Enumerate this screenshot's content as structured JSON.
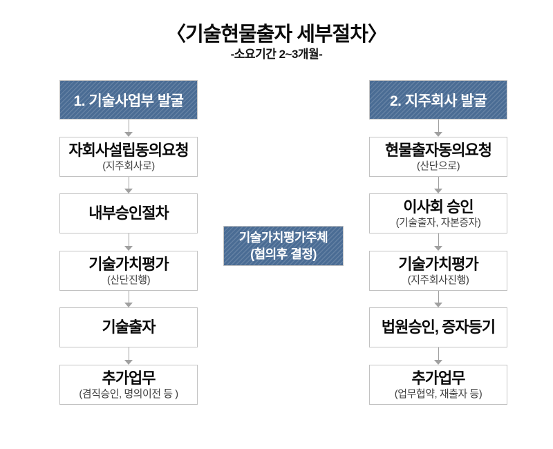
{
  "title": "〈기술현물출자 세부절차〉",
  "subtitle": "-소요기간 2~3개월-",
  "colors": {
    "accent-blue": "#4a6c94",
    "box-border": "#c2c2c2",
    "arrow-gray": "#a0a0a0",
    "text-black": "#0a0a0a",
    "subtext-gray": "#414141"
  },
  "center_box": {
    "line1": "기술가치평가주체",
    "line2": "(협의후 결정)"
  },
  "columns": [
    {
      "header": "1. 기술사업부 발굴",
      "steps": [
        {
          "main": "자회사설립동의요청",
          "sub": "(지주회사로)"
        },
        {
          "main": "내부승인절차",
          "sub": ""
        },
        {
          "main": "기술가치평가",
          "sub": "(산단진행)"
        },
        {
          "main": "기술출자",
          "sub": ""
        },
        {
          "main": "추가업무",
          "sub": "(겸직승인, 명의이전 등 )"
        }
      ]
    },
    {
      "header": "2. 지주회사 발굴",
      "steps": [
        {
          "main": "현물출자동의요청",
          "sub": "(산단으로)"
        },
        {
          "main": "이사회 승인",
          "sub": "(기술출자, 자본증자)"
        },
        {
          "main": "기술가치평가",
          "sub": "(지주회사진행)"
        },
        {
          "main": "법원승인, 증자등기",
          "sub": ""
        },
        {
          "main": "추가업무",
          "sub": "(업무협약, 재출자 등)"
        }
      ]
    }
  ]
}
